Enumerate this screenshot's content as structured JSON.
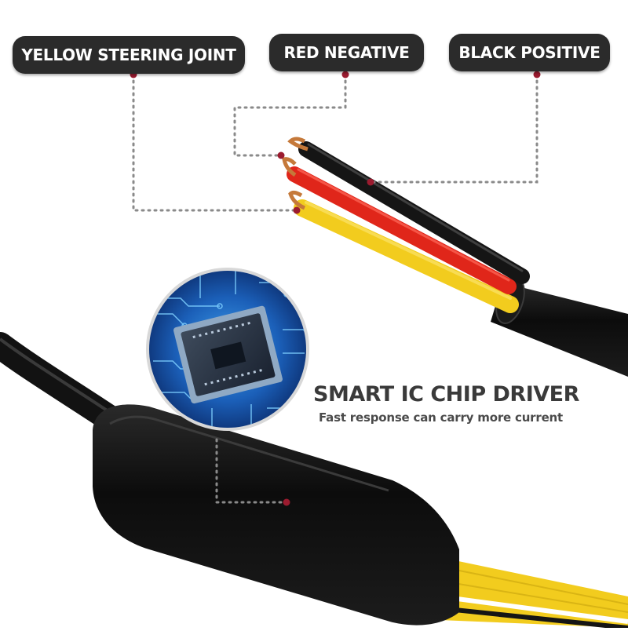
{
  "labels": {
    "yellow": "YELLOW STEERING JOINT",
    "red": "RED NEGATIVE",
    "black": "BLACK POSITIVE"
  },
  "feature": {
    "title": "SMART IC CHIP DRIVER",
    "subtitle": "Fast response  can carry more current"
  },
  "colors": {
    "wire_yellow": "#f2cc1e",
    "wire_red": "#e0261a",
    "wire_black": "#151515",
    "label_bg": "#2b2b2b",
    "marker": "#9b1b2f",
    "chip_blue": "#1f6fc4"
  }
}
